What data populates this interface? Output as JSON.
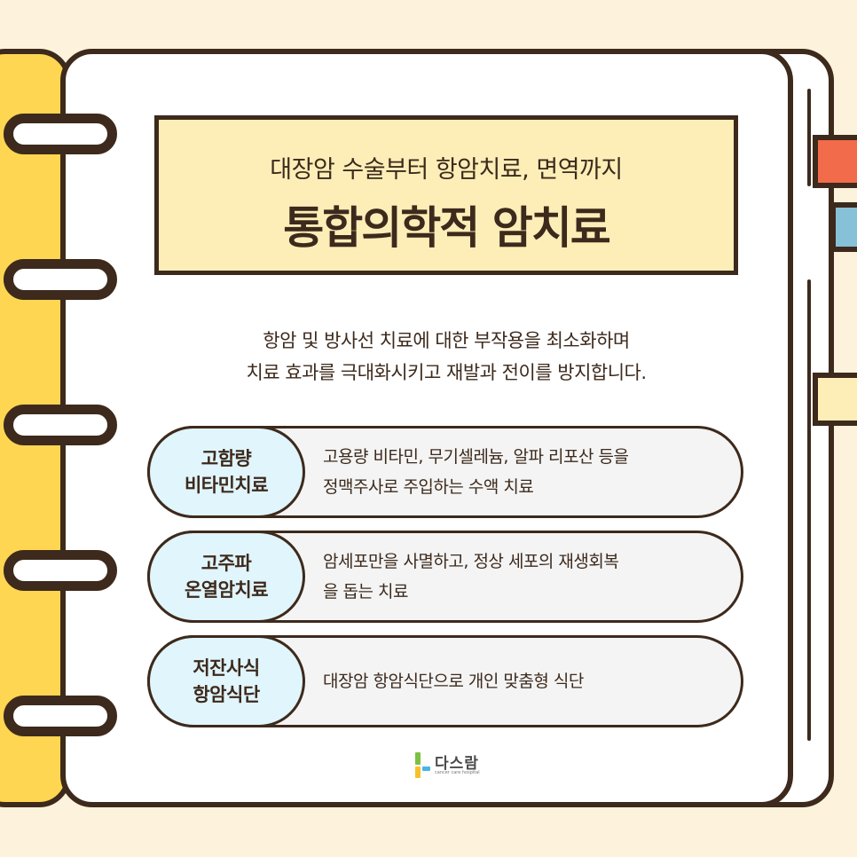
{
  "header": {
    "subtitle": "대장암 수술부터 항암치료, 면역까지",
    "title": "통합의학적 암치료"
  },
  "intro": {
    "line1": "항암 및 방사선 치료에 대한 부작용을 최소화하며",
    "line2": "치료 효과를 극대화시키고 재발과 전이를 방지합니다."
  },
  "treatments": [
    {
      "label_line1": "고함량",
      "label_line2": "비타민치료",
      "desc_line1": "고용량 비타민, 무기셀레늄, 알파 리포산 등을",
      "desc_line2": "정맥주사로 주입하는 수액 치료"
    },
    {
      "label_line1": "고주파",
      "label_line2": "온열암치료",
      "desc_line1": "암세포만을 사멸하고, 정상 세포의 재생회복",
      "desc_line2": "을 돕는 치료"
    },
    {
      "label_line1": "저잔사식",
      "label_line2": "항암식단",
      "desc_line1": "대장암 항암식단으로 개인 맞춤형 식단",
      "desc_line2": ""
    }
  ],
  "logo": {
    "name": "다스람",
    "sub": "cancer care hospital"
  },
  "colors": {
    "background": "#fdf3dc",
    "outline": "#3d2a1c",
    "spine": "#ffd651",
    "title_box": "#fdeeb8",
    "label_pill": "#e0f5fc",
    "tab_orange": "#f26b4a",
    "tab_blue": "#86c1d8",
    "tab_cream": "#fdeeb8"
  },
  "icons": [
    "notebook-ring-icon",
    "logo-mark-icon"
  ]
}
